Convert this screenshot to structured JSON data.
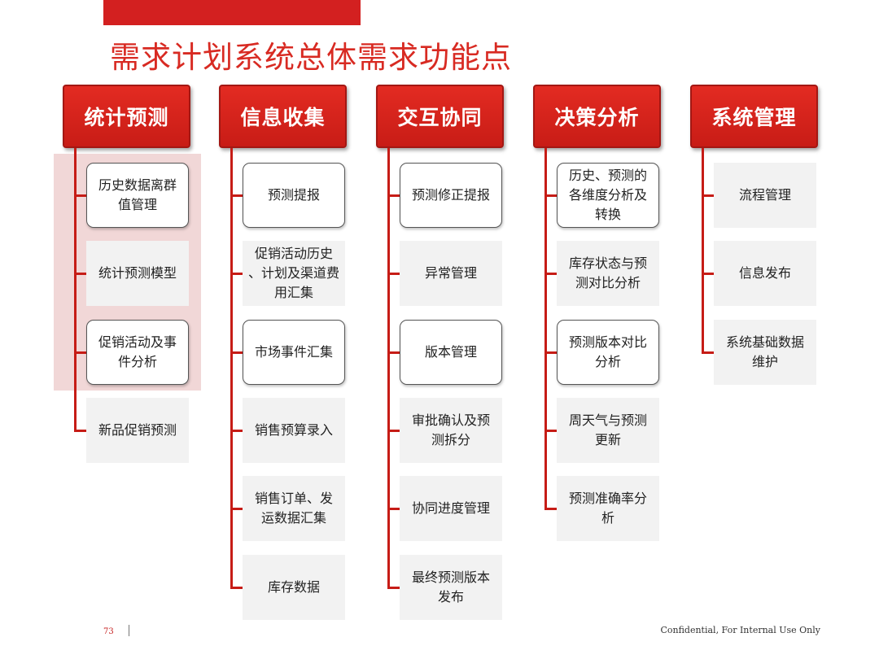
{
  "title": "需求计划系统总体需求功能点",
  "columns": [
    {
      "header": "统计预测",
      "items": [
        {
          "label": "历史数据离群值管理",
          "lines": [
            "历史数据离群",
            "值管理"
          ],
          "style": "boxed"
        },
        {
          "label": "统计预测模型",
          "lines": [
            "统计预测模型"
          ],
          "style": "plain"
        },
        {
          "label": "促销活动及事件分析",
          "lines": [
            "促销活动及事",
            "件分析"
          ],
          "style": "boxed"
        },
        {
          "label": "新品促销预测",
          "lines": [
            "新品促销预测"
          ],
          "style": "plain"
        }
      ]
    },
    {
      "header": "信息收集",
      "items": [
        {
          "label": "预测提报",
          "lines": [
            "预测提报"
          ],
          "style": "boxed"
        },
        {
          "label": "促销活动历史、计划及渠道费用汇集",
          "lines": [
            "促销活动历史",
            "、计划及渠道费",
            "用汇集"
          ],
          "style": "plain"
        },
        {
          "label": "市场事件汇集",
          "lines": [
            "市场事件汇集"
          ],
          "style": "boxed"
        },
        {
          "label": "销售预算录入",
          "lines": [
            "销售预算录入"
          ],
          "style": "plain"
        },
        {
          "label": "销售订单、发运数据汇集",
          "lines": [
            "销售订单、发",
            "运数据汇集"
          ],
          "style": "plain"
        },
        {
          "label": "库存数据",
          "lines": [
            "库存数据"
          ],
          "style": "plain"
        }
      ]
    },
    {
      "header": "交互协同",
      "items": [
        {
          "label": "预测修正提报",
          "lines": [
            "预测修正提报"
          ],
          "style": "boxed"
        },
        {
          "label": "异常管理",
          "lines": [
            "异常管理"
          ],
          "style": "plain"
        },
        {
          "label": "版本管理",
          "lines": [
            "版本管理"
          ],
          "style": "boxed"
        },
        {
          "label": "审批确认及预测拆分",
          "lines": [
            "审批确认及预",
            "测拆分"
          ],
          "style": "plain"
        },
        {
          "label": "协同进度管理",
          "lines": [
            "协同进度管理"
          ],
          "style": "plain"
        },
        {
          "label": "最终预测版本发布",
          "lines": [
            "最终预测版本",
            "发布"
          ],
          "style": "plain"
        }
      ]
    },
    {
      "header": "决策分析",
      "items": [
        {
          "label": "历史、预测的各维度分析及转换",
          "lines": [
            "历史、预测的",
            "各维度分析及",
            "转换"
          ],
          "style": "boxed"
        },
        {
          "label": "库存状态与预测对比分析",
          "lines": [
            "库存状态与预",
            "测对比分析"
          ],
          "style": "plain"
        },
        {
          "label": "预测版本对比分析",
          "lines": [
            "预测版本对比",
            "分析"
          ],
          "style": "boxed"
        },
        {
          "label": "周天气与预测更新",
          "lines": [
            "周天气与预测",
            "更新"
          ],
          "style": "plain"
        },
        {
          "label": "预测准确率分析",
          "lines": [
            "预测准确率分",
            "析"
          ],
          "style": "plain"
        }
      ]
    },
    {
      "header": "系统管理",
      "items": [
        {
          "label": "流程管理",
          "lines": [
            "流程管理"
          ],
          "style": "plain"
        },
        {
          "label": "信息发布",
          "lines": [
            "信息发布"
          ],
          "style": "plain"
        },
        {
          "label": "系统基础数据维护",
          "lines": [
            "系统基础数据",
            "维护"
          ],
          "style": "plain"
        }
      ]
    }
  ],
  "footer": {
    "page_number": "73",
    "confidential": "Confidential, For Internal Use Only"
  },
  "colors": {
    "accent_red": "#d32020",
    "highlight_pink": "#f1d7d7"
  }
}
